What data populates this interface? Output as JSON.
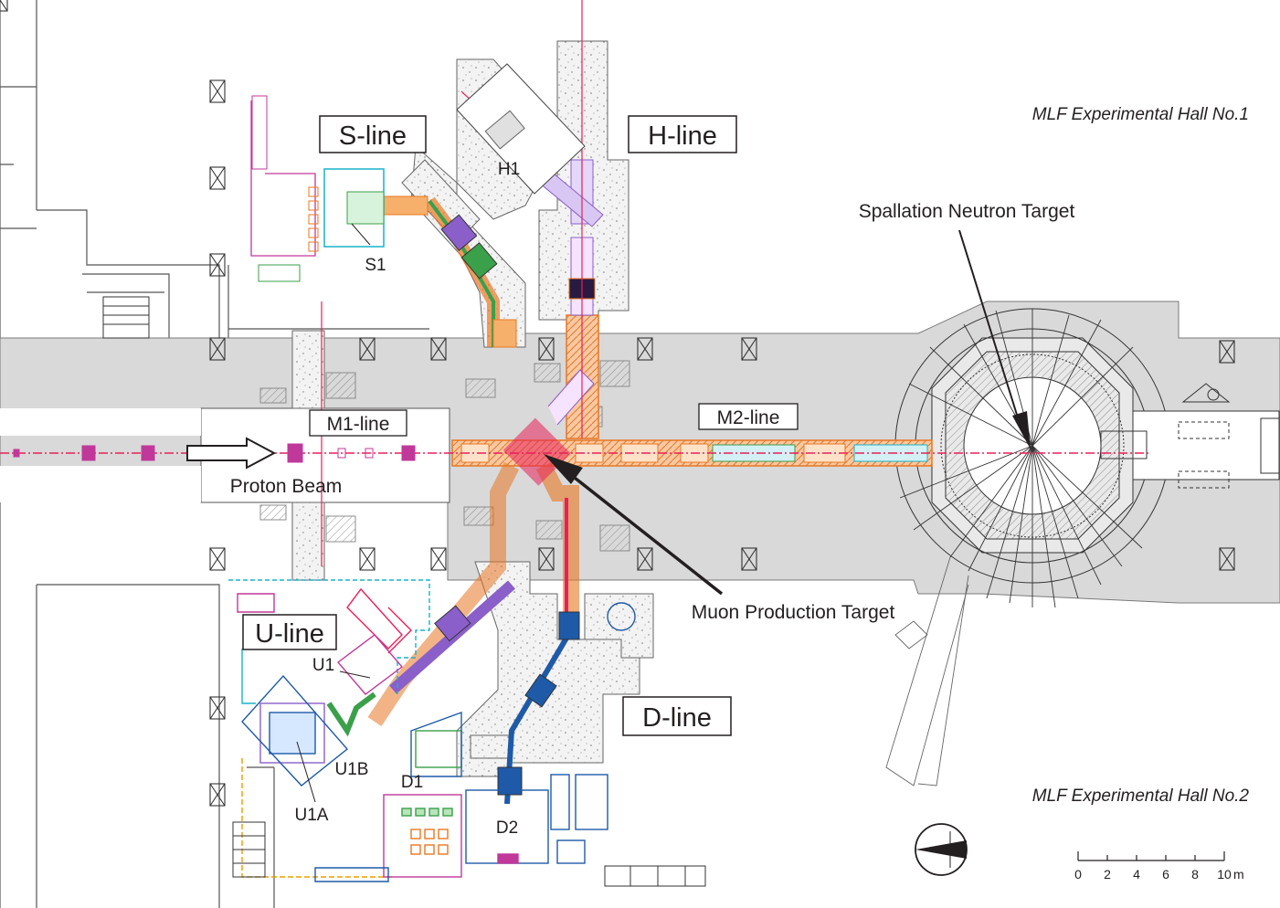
{
  "hall_labels": {
    "hall1": "MLF Experimental Hall No.1",
    "hall2": "MLF Experimental Hall No.2"
  },
  "beamlines": {
    "s_line": "S-line",
    "h_line": "H-line",
    "u_line": "U-line",
    "d_line": "D-line",
    "m1_line": "M1-line",
    "m2_line": "M2-line"
  },
  "areas": {
    "h1": "H1",
    "s1": "S1",
    "u1": "U1",
    "u1a": "U1A",
    "u1b": "U1B",
    "d1": "D1",
    "d2": "D2"
  },
  "annotations": {
    "spallation": "Spallation Neutron Target",
    "muon": "Muon Production Target",
    "proton": "Proton Beam"
  },
  "scale_bar": {
    "ticks": [
      "0",
      "2",
      "4",
      "6",
      "8",
      "10"
    ],
    "unit": "m"
  },
  "colors": {
    "floor_gray": "#d9d9d9",
    "beam_red": "#e8205a",
    "shield_orange": "#e87722",
    "magnet_purple": "#8a5fc9",
    "magnet_green": "#3aa04a",
    "cyan": "#18b4c8",
    "magenta": "#c0399a",
    "text": "#231f20"
  }
}
